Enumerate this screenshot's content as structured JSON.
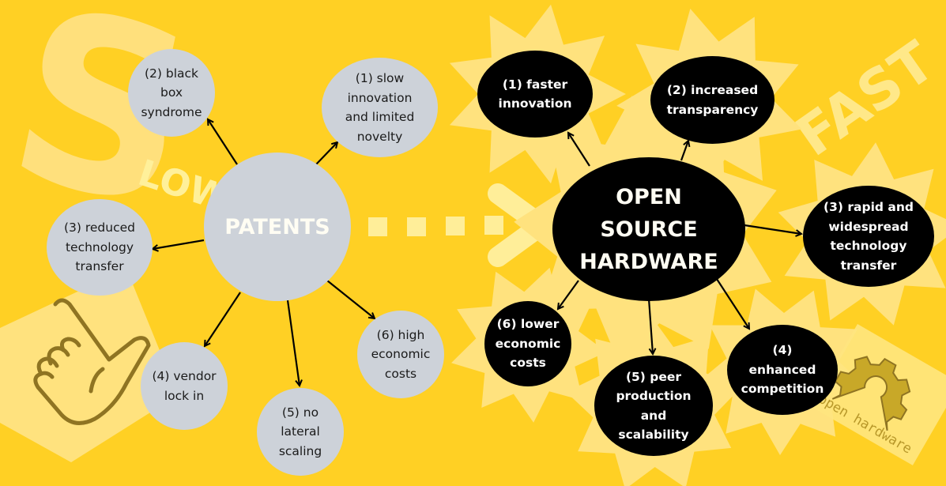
{
  "colors": {
    "background": "#FFD024",
    "decor_light": "#FFE27E",
    "decor_lighter": "#FFF09A",
    "patents_node": "#CDD2D9",
    "oshw_node": "#000000",
    "hub_text": "#FFFDF3",
    "hand_outline": "#8F7422",
    "gear": "#C8A828"
  },
  "decorations": {
    "slow_letter": "S",
    "slow_rest": "LOW",
    "fast_word": "FAST",
    "logo_caption": "open hardware"
  },
  "patents": {
    "title": "PATENTS",
    "items": [
      {
        "label": "(1) slow\ninnovation\nand limited\nnovelty"
      },
      {
        "label": "(2) black\nbox\nsyndrome"
      },
      {
        "label": "(3) reduced\ntechnology\ntransfer"
      },
      {
        "label": "(4) vendor\nlock in"
      },
      {
        "label": "(5) no\nlateral\nscaling"
      },
      {
        "label": "(6) high\neconomic\ncosts"
      }
    ]
  },
  "open_source_hardware": {
    "title_lines": [
      "OPEN",
      "SOURCE",
      "HARDWARE"
    ],
    "items": [
      {
        "label": "(1) faster\ninnovation"
      },
      {
        "label": "(2) increased\ntransparency"
      },
      {
        "label": "(3) rapid and\nwidespread\ntechnology\ntransfer"
      },
      {
        "label": "(4)\nenhanced\ncompetition"
      },
      {
        "label": "(5) peer\nproduction\nand\nscalability"
      },
      {
        "label": "(6) lower\neconomic\ncosts"
      }
    ]
  }
}
